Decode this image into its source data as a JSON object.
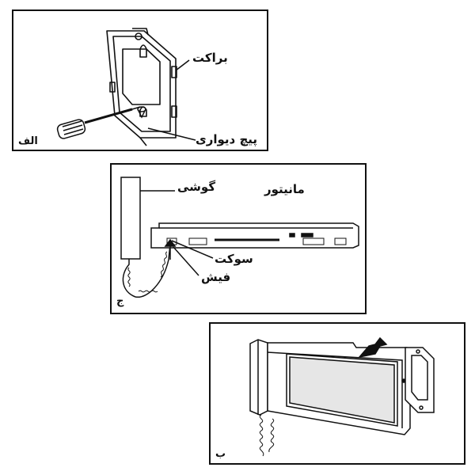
{
  "panels": {
    "a": {
      "corner_label": "الف",
      "labels": {
        "bracket": "براکت",
        "wall_screw": "پیچ دیواری"
      }
    },
    "c": {
      "corner_label": "ج",
      "labels": {
        "handset": "گوشی",
        "monitor": "مانیتور",
        "socket": "سوکت",
        "plug": "فیش"
      }
    },
    "b": {
      "corner_label": "ب"
    }
  }
}
